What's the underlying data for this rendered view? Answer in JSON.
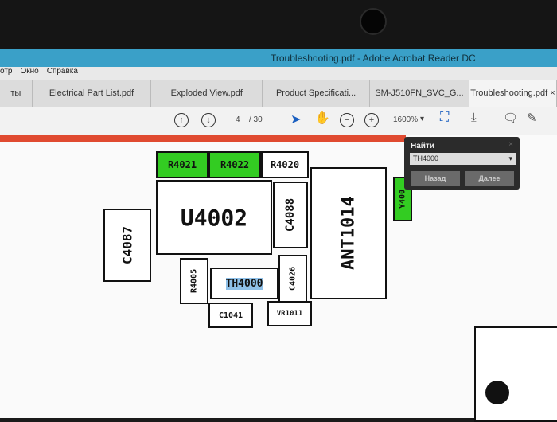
{
  "window": {
    "title": "Troubleshooting.pdf - Adobe Acrobat Reader DC"
  },
  "menu": [
    "отр",
    "Окно",
    "Справка"
  ],
  "tabs": [
    {
      "label": "ты"
    },
    {
      "label": "Electrical Part List.pdf"
    },
    {
      "label": "Exploded View.pdf"
    },
    {
      "label": "Product Specificati..."
    },
    {
      "label": "SM-J510FN_SVC_G..."
    },
    {
      "label": "Troubleshooting.pdf",
      "close": "×"
    }
  ],
  "toolbar": {
    "page_current": "4",
    "page_total": "/ 30",
    "zoom": "1600%"
  },
  "find": {
    "title": "Найти",
    "close": "×",
    "value": "TH4000",
    "dropdown": "▾",
    "prev": "Назад",
    "next": "Далее"
  },
  "components": {
    "r4021": "R4021",
    "r4022": "R4022",
    "r4020": "R4020",
    "u4002": "U4002",
    "c4088": "C4088",
    "ant1014": "ANT1014",
    "c4087": "C4087",
    "r4005": "R4005",
    "th4000": "TH4000",
    "c4026": "C4026",
    "c1041": "C1041",
    "vr1011": "VR1011",
    "y400": "Y400"
  }
}
